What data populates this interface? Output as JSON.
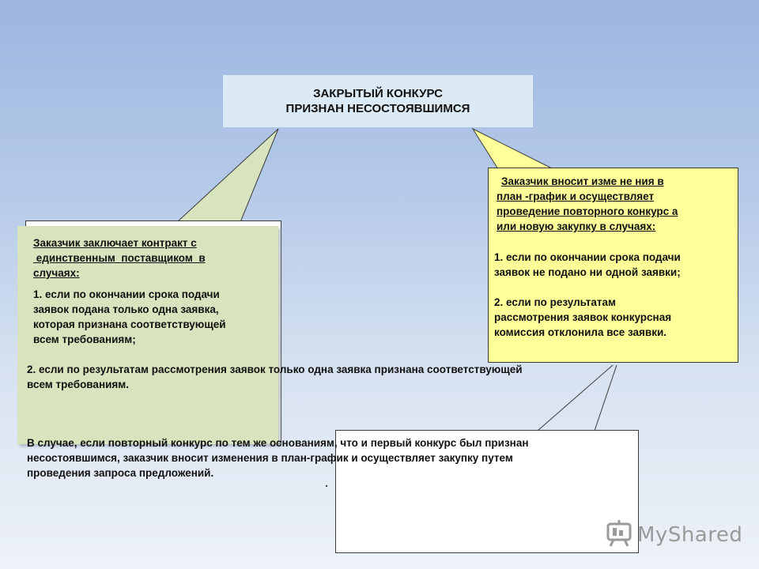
{
  "title": {
    "line1": "ЗАКРЫТЫЙ КОНКУРС",
    "line2": "ПРИЗНАН НЕСОСТОЯВШИМСЯ"
  },
  "left_box": {
    "heading": [
      "Заказчик  заключает  контракт  с",
      " единственным  поставщиком  в",
      "случаях:"
    ],
    "item1": [
      "1.  если по окончании срока подачи",
      "заявок подана только одна заявка,",
      "которая признана соответствующей",
      "всем требованиям;"
    ],
    "item2": [
      "2.  если по результатам рассмотрения заявок только одна заявка признана соответствующей",
      "всем требованиям."
    ]
  },
  "right_box": {
    "heading": [
      "Заказчик  вносит  изме не ния  в",
      "план -график  и  осуществляет",
      "проведение повторного конкурс а",
      "или  новую  закупку в случаях:"
    ],
    "item1": [
      "1.  если по окончании срока подачи",
      "заявок не подано ни одной заявки;"
    ],
    "item2": [
      "2.  если по результатам",
      "рассмотрения заявок конкурсная",
      "комиссия отклонила все заявки."
    ]
  },
  "bottom_note": [
    "В случае, если повторный конкурс по тем же основаниям, что и первый конкурс был признан",
    "несостоявшимся, заказчик вносит изменения в план-график и осуществляет закупку путем",
    "проведения запроса предложений."
  ],
  "logo": {
    "text": "MyShared",
    "icon": "presentation-board-icon"
  },
  "colors": {
    "green_box": "#d8e4bd",
    "yellow_box": "#ffff99",
    "title_box": "#dbeaf5",
    "white_box": "#ffffff"
  }
}
